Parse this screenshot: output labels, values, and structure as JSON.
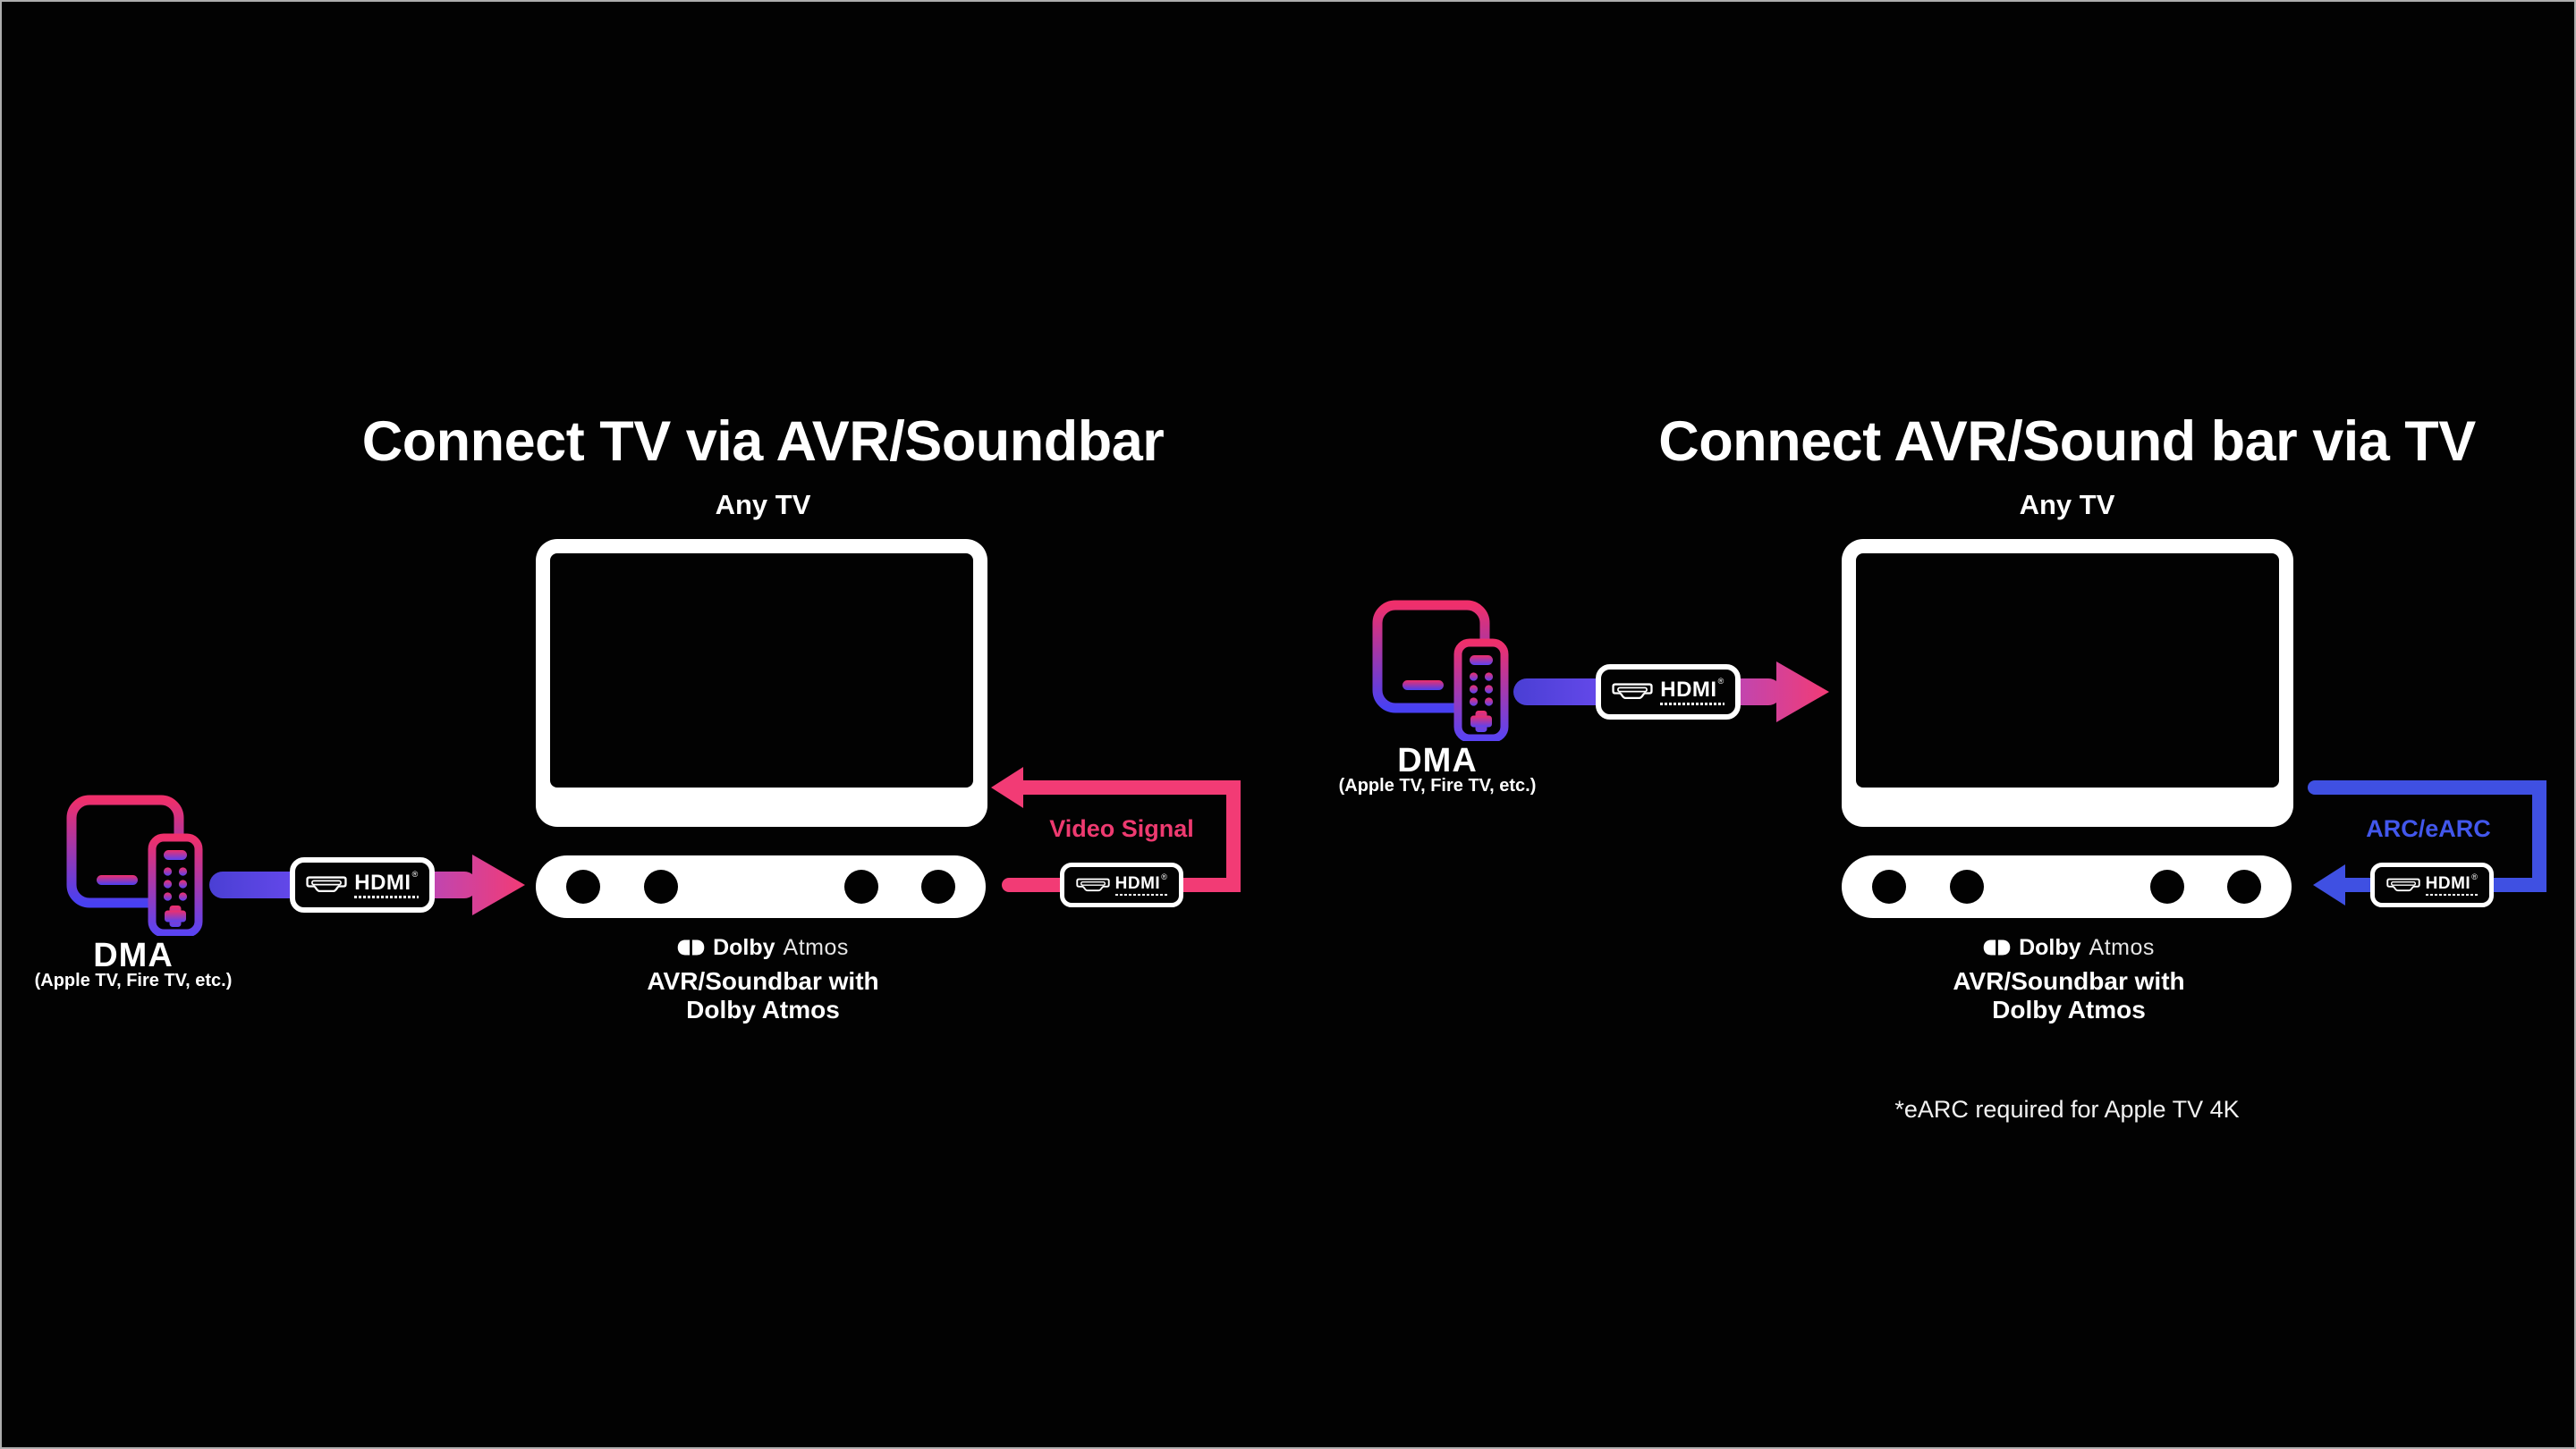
{
  "meta": {
    "background_color": "#020202",
    "frame_border_color": "#aeaeae",
    "description": "Dolby Atmos HDMI connection diagram with two setups"
  },
  "colors": {
    "pink_signal": "#F23B75",
    "pink_label": "#EE3A70",
    "blue_signal": "#3F50E2",
    "blue_label": "#4257EC",
    "cable_gradient_start": "#4A3FD4",
    "cable_gradient_mid": "#6E4CF2",
    "cable_gradient_late": "#C245AE",
    "cable_gradient_end": "#F23B75",
    "device_gradient_top": "#EF2F6B",
    "device_gradient_bottom": "#4840F2",
    "white": "#FFFFFF"
  },
  "icons": {
    "hdmi_connector": "hdmi-plug-icon",
    "dolby_double_d": "dolby-double-d-icon",
    "dma_device": "streaming-box-and-remote-icon"
  },
  "hdmi_badge": {
    "label": "HDMI",
    "mark": "®"
  },
  "dolby": {
    "brand": "Dolby",
    "product": "Atmos"
  },
  "left": {
    "title": "Connect TV via AVR/Soundbar",
    "tv_label": "Any TV",
    "dma_label": "DMA",
    "dma_sublabel": "(Apple TV, Fire TV, etc.)",
    "signal_label": "Video Signal",
    "avr_caption_line1": "AVR/Soundbar with",
    "avr_caption_line2": "Dolby Atmos"
  },
  "right": {
    "title": "Connect AVR/Sound bar via TV",
    "tv_label": "Any TV",
    "dma_label": "DMA",
    "dma_sublabel": "(Apple TV, Fire TV, etc.)",
    "signal_label": "ARC/eARC",
    "avr_caption_line1": "AVR/Soundbar with",
    "avr_caption_line2": "Dolby Atmos",
    "footnote": "*eARC required for Apple TV 4K"
  }
}
